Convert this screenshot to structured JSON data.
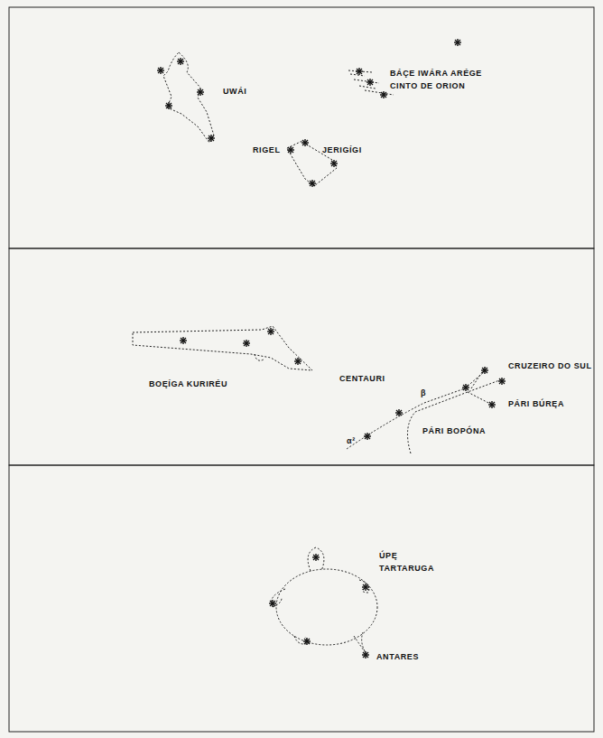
{
  "diagram": {
    "labels": [
      "UWÁI",
      "BÁÇE IWÁRA ARÉGE",
      "CINTO DE ORION",
      "RIGEL",
      "JERIGÍGI",
      "BOĘÍGA KURIRÉU",
      "CENTAURI",
      "β",
      "α²",
      "CRUZEIRO DO SUL",
      "PÁRI BÚRĘA",
      "PÁRI BOPÓNA",
      "ÚPĘ",
      "TARTARUGA",
      "ANTARES"
    ]
  }
}
